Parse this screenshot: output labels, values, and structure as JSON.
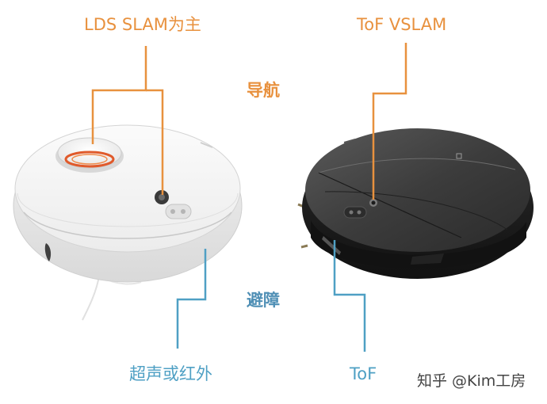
{
  "labels": {
    "left_top": "LDS SLAM为主",
    "right_top": "ToF VSLAM",
    "left_bottom": "超声或红外",
    "right_bottom": "ToF"
  },
  "sections": {
    "navigation": "导航",
    "avoidance": "避障"
  },
  "watermark": "知乎 @Kim工房",
  "colors": {
    "navigation_accent": "#e8913e",
    "avoidance_accent": "#4fa0c4",
    "white_robot": "#f4f4f4",
    "black_robot": "#2a2a2a"
  }
}
